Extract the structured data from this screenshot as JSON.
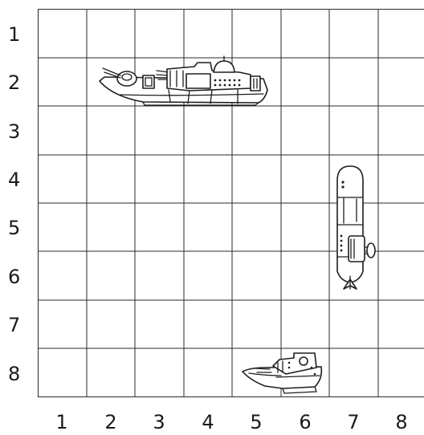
{
  "board": {
    "row_labels": [
      "1",
      "2",
      "3",
      "4",
      "5",
      "6",
      "7",
      "8"
    ],
    "col_labels": [
      "1",
      "2",
      "3",
      "4",
      "5",
      "6",
      "7",
      "8"
    ]
  },
  "ships": [
    {
      "kind": "battleship",
      "orientation": "horizontal",
      "row": 2,
      "col_start": 2,
      "col_end": 5
    },
    {
      "kind": "submarine",
      "orientation": "vertical",
      "col": 7,
      "row_start": 4,
      "row_end": 6
    },
    {
      "kind": "patrol-boat",
      "orientation": "horizontal",
      "row": 8,
      "col_start": 5,
      "col_end": 6
    }
  ]
}
